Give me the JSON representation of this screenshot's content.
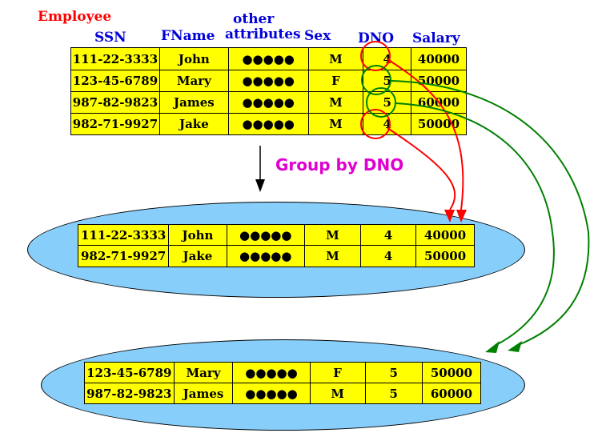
{
  "title": "Employee",
  "headers": {
    "ssn": "SSN",
    "fname": "FName",
    "other_line1": "other",
    "other_line2": "attributes",
    "sex": "Sex",
    "dno": "DNO",
    "salary": "Salary"
  },
  "employee_rows": [
    {
      "ssn": "111-22-3333",
      "fname": "John",
      "other": "●●●●●",
      "sex": "M",
      "dno": "4",
      "salary": "40000"
    },
    {
      "ssn": "123-45-6789",
      "fname": "Mary",
      "other": "●●●●●",
      "sex": "F",
      "dno": "5",
      "salary": "50000"
    },
    {
      "ssn": "987-82-9823",
      "fname": "James",
      "other": "●●●●●",
      "sex": "M",
      "dno": "5",
      "salary": "60000"
    },
    {
      "ssn": "982-71-9927",
      "fname": "Jake",
      "other": "●●●●●",
      "sex": "M",
      "dno": "4",
      "salary": "50000"
    }
  ],
  "group_label": "Group by DNO",
  "group_dno_4": [
    {
      "ssn": "111-22-3333",
      "fname": "John",
      "other": "●●●●●",
      "sex": "M",
      "dno": "4",
      "salary": "40000"
    },
    {
      "ssn": "982-71-9927",
      "fname": "Jake",
      "other": "●●●●●",
      "sex": "M",
      "dno": "4",
      "salary": "50000"
    }
  ],
  "group_dno_5": [
    {
      "ssn": "123-45-6789",
      "fname": "Mary",
      "other": "●●●●●",
      "sex": "F",
      "dno": "5",
      "salary": "50000"
    },
    {
      "ssn": "987-82-9823",
      "fname": "James",
      "other": "●●●●●",
      "sex": "M",
      "dno": "5",
      "salary": "60000"
    }
  ],
  "colors": {
    "title": "#ff0000",
    "headers": "#0000d8",
    "group_label": "#e000d0",
    "table_fill": "#ffff00",
    "ellipse_fill": "#87cefa",
    "dno4_marker": "#ff0000",
    "dno5_marker": "#008000"
  }
}
